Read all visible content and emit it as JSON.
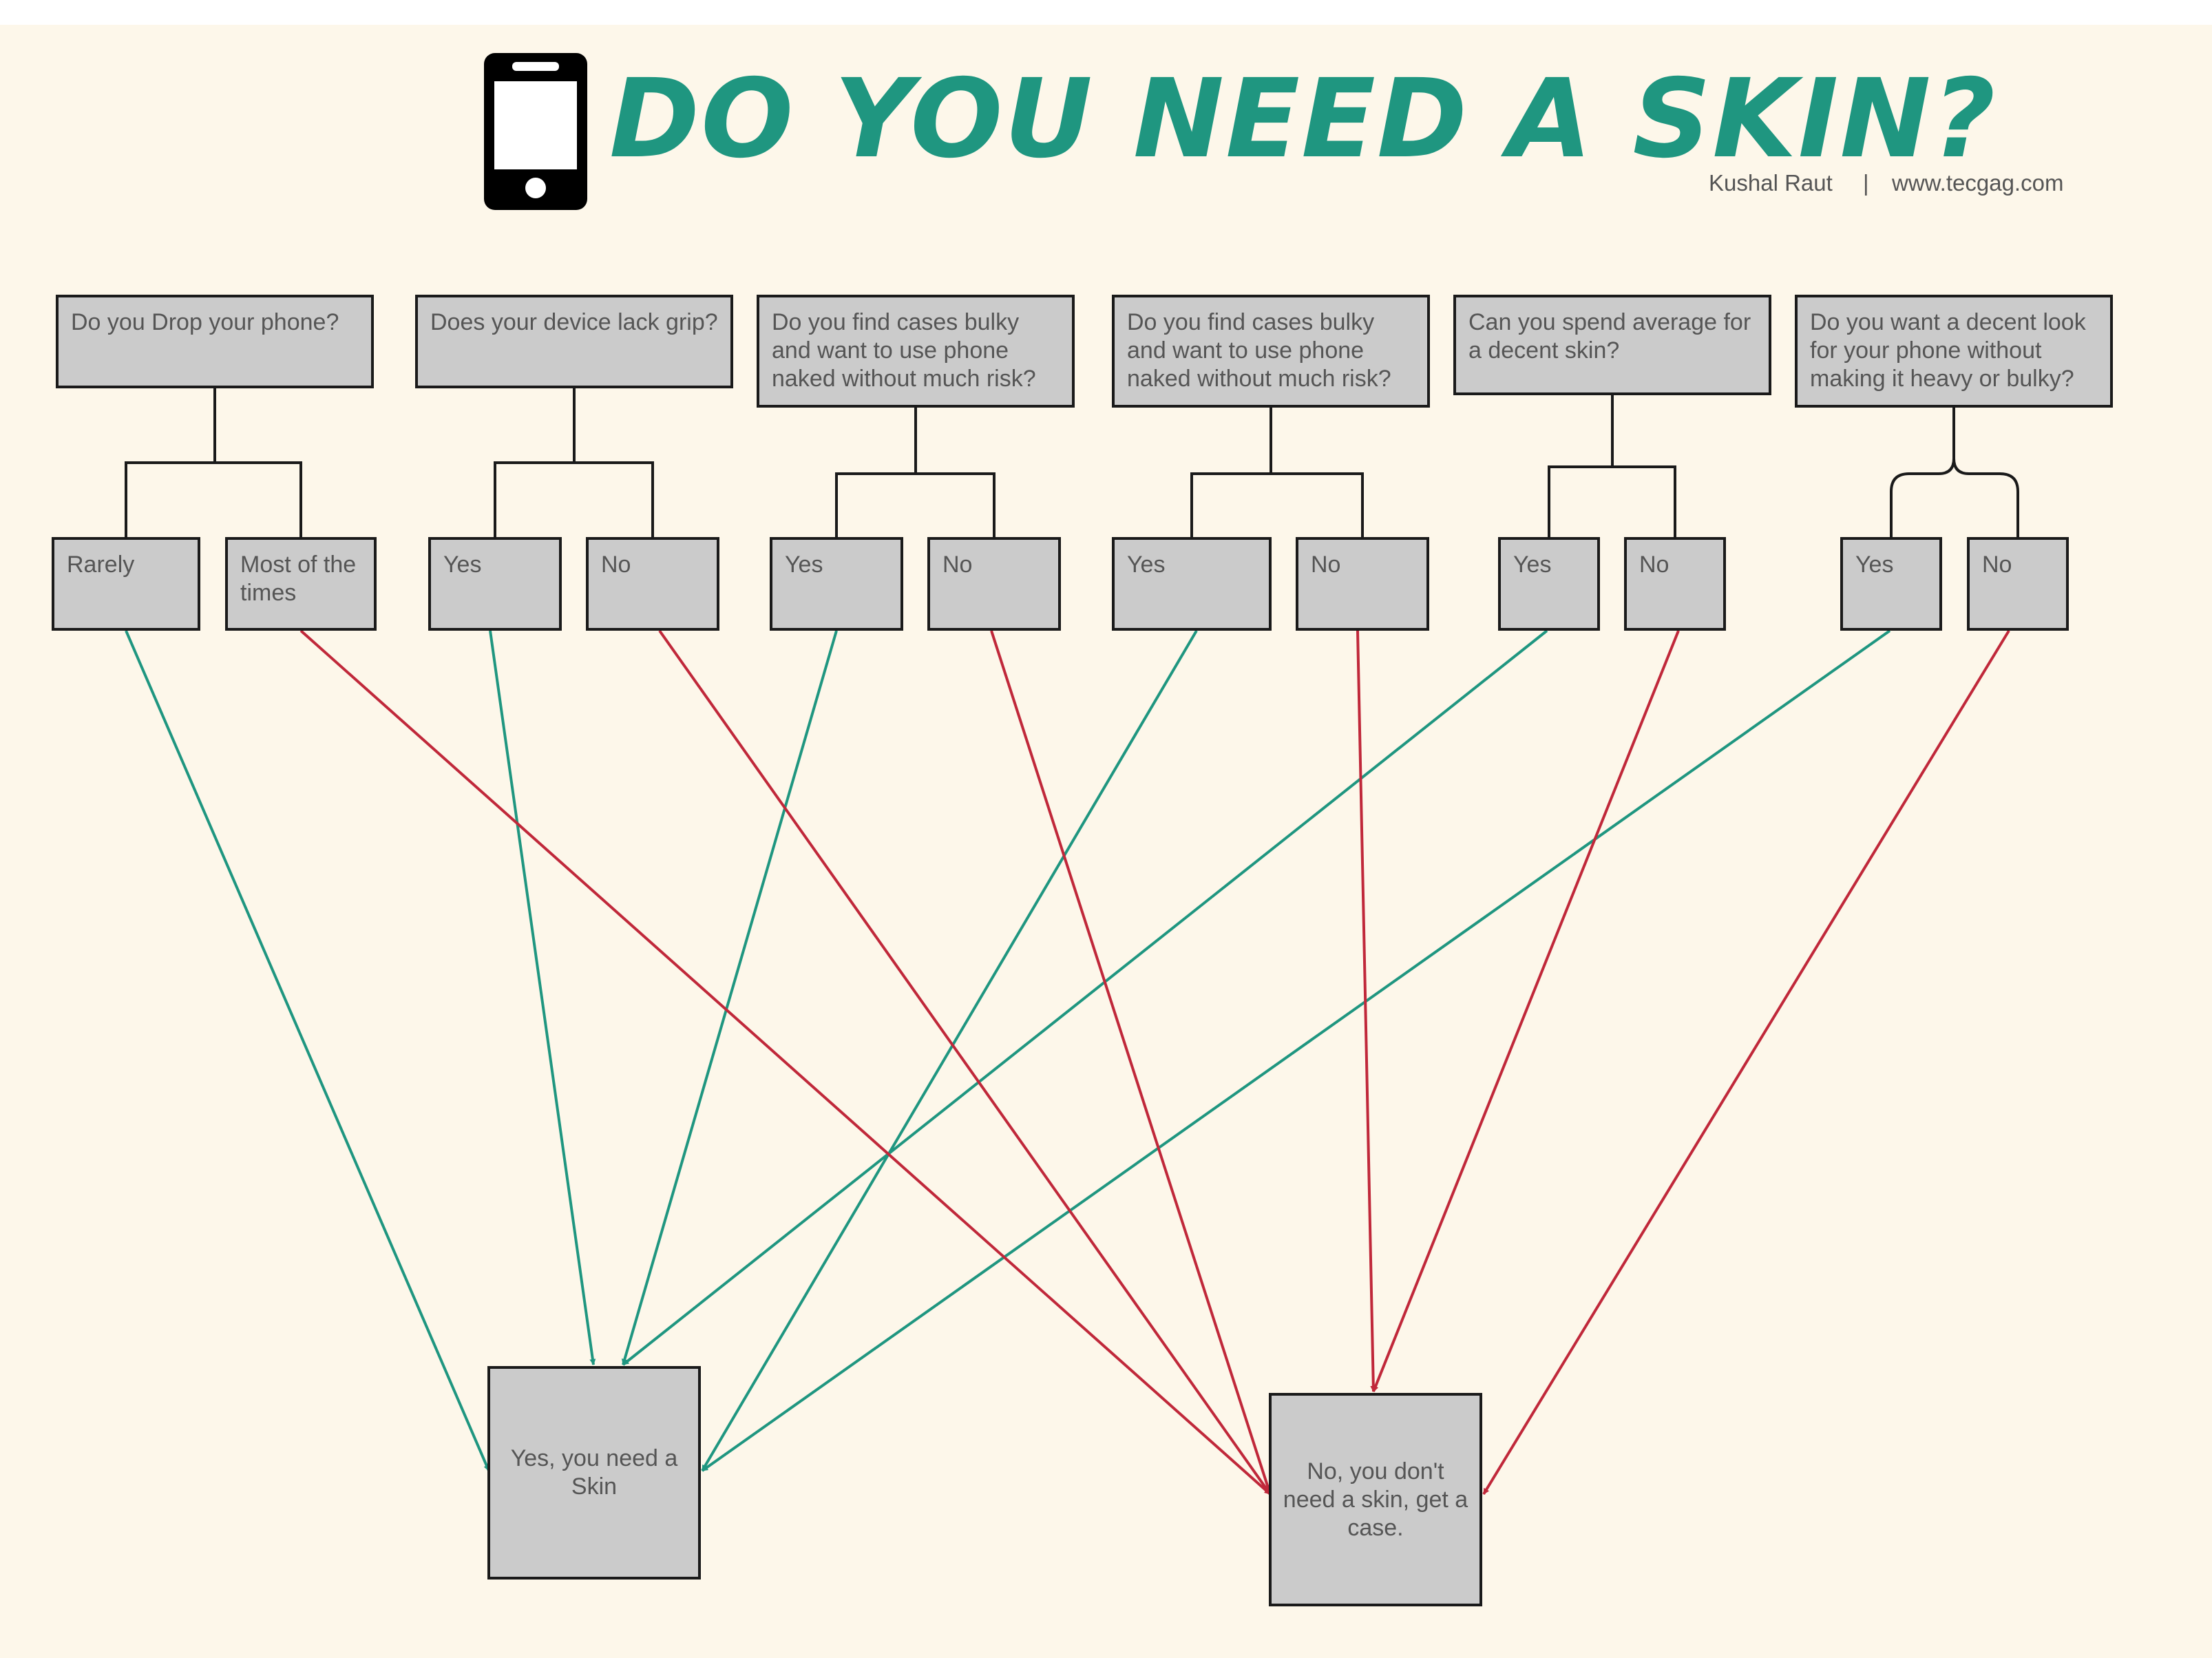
{
  "header": {
    "title": "DO YOU NEED A SKIN?",
    "author": "Kushal Raut",
    "separator": "|",
    "website": "www.tecgag.com"
  },
  "questions": [
    {
      "text": "Do you Drop your phone?",
      "answers": [
        "Rarely",
        "Most of the times"
      ],
      "outcomes": [
        "yes",
        "no"
      ]
    },
    {
      "text": "Does your device lack grip?",
      "answers": [
        "Yes",
        "No"
      ],
      "outcomes": [
        "yes",
        "no"
      ]
    },
    {
      "text": "Do you find cases bulky and want to use phone naked without much risk?",
      "answers": [
        "Yes",
        "No"
      ],
      "outcomes": [
        "yes",
        "no"
      ]
    },
    {
      "text": "Do you find cases bulky and want to use phone naked without much risk?",
      "answers": [
        "Yes",
        "No"
      ],
      "outcomes": [
        "yes",
        "no"
      ]
    },
    {
      "text": "Can you spend average for a decent skin?",
      "answers": [
        "Yes",
        "No"
      ],
      "outcomes": [
        "yes",
        "no"
      ]
    },
    {
      "text": "Do you want a decent look for your phone without making it heavy or bulky?",
      "answers": [
        "Yes",
        "No"
      ],
      "outcomes": [
        "yes",
        "no"
      ]
    }
  ],
  "results": {
    "yes": "Yes, you need a Skin",
    "no": "No, you don't need a skin, get a case."
  },
  "colors": {
    "title": "#1f9680",
    "yes_arrow": "#1f9680",
    "no_arrow": "#c0283a",
    "box_fill": "#cbcbcb",
    "background": "#fdf7ea"
  },
  "icons": {
    "logo": "smartphone-icon"
  }
}
